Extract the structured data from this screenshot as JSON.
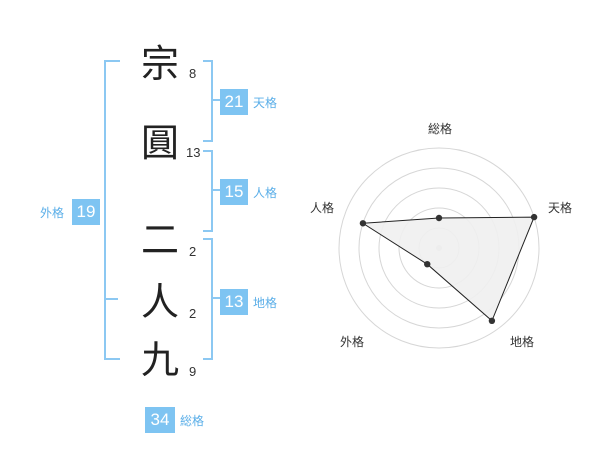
{
  "name": {
    "chars": [
      {
        "char": "宗",
        "strokes": "8"
      },
      {
        "char": "圓",
        "strokes": "13"
      },
      {
        "char": "二",
        "strokes": "2"
      },
      {
        "char": "人",
        "strokes": "2"
      },
      {
        "char": "九",
        "strokes": "9"
      }
    ]
  },
  "fortunes": {
    "tenkaku": {
      "value": "21",
      "label": "天格"
    },
    "jinkaku": {
      "value": "15",
      "label": "人格"
    },
    "chikaku": {
      "value": "13",
      "label": "地格"
    },
    "gaikaku": {
      "value": "19",
      "label": "外格"
    },
    "soukaku": {
      "value": "34",
      "label": "総格"
    }
  },
  "colors": {
    "accent": "#7ec4f2",
    "bracket": "#8cc8f2",
    "polygon_fill": "#efefef",
    "polygon_stroke": "#222222"
  },
  "chart_data": {
    "type": "radar",
    "axes": [
      "総格",
      "天格",
      "地格",
      "外格",
      "人格"
    ],
    "rings": 5,
    "max": 5,
    "values": [
      1.5,
      5,
      4.5,
      1,
      4
    ]
  }
}
